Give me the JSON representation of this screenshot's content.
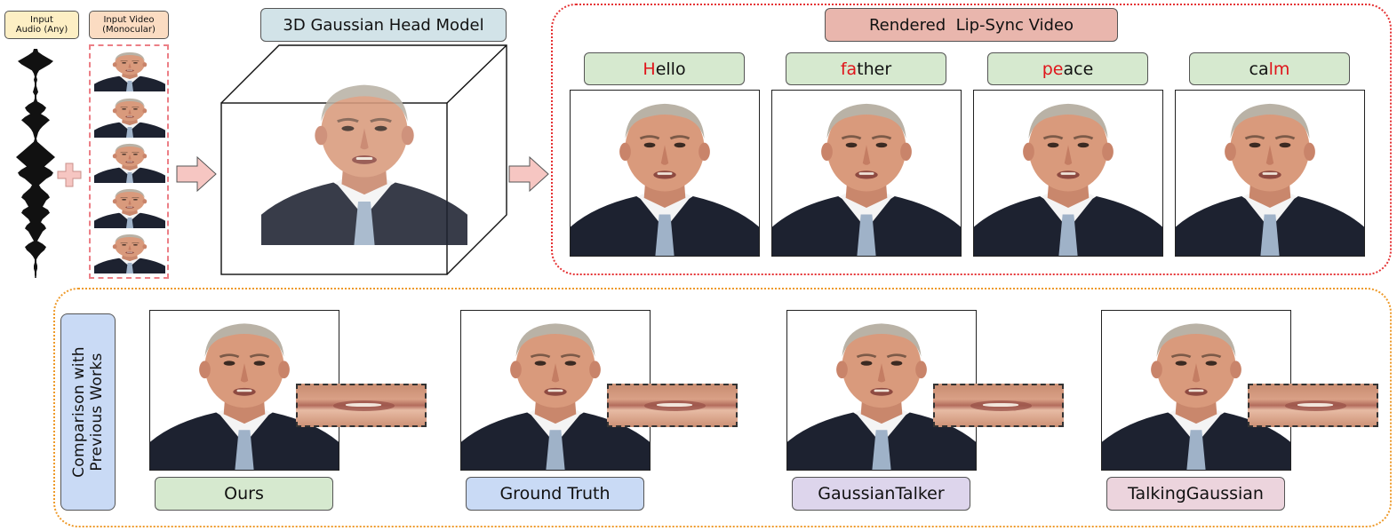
{
  "inputs": {
    "audio_label_line1": "Input",
    "audio_label_line2": "Audio (Any)",
    "video_label_line1": "Input Video",
    "video_label_line2": "(Monocular)"
  },
  "model": {
    "title": "3D Gaussian Head Model"
  },
  "rendered": {
    "title": "Rendered  Lip-Sync Video",
    "words": [
      {
        "highlight": "H",
        "rest": "ello",
        "prefix": ""
      },
      {
        "highlight": "fa",
        "rest": "ther",
        "prefix": ""
      },
      {
        "highlight": "pe",
        "rest": "ace",
        "prefix": ""
      },
      {
        "highlight": "lm",
        "rest": "",
        "prefix": "ca"
      }
    ]
  },
  "comparison": {
    "side_label_line1": "Comparison with",
    "side_label_line2": "Previous Works",
    "methods": [
      "Ours",
      "Ground Truth",
      "GaussianTalker",
      "TalkingGaussian"
    ]
  },
  "colors": {
    "highlight": "#e0141a",
    "rendered_border": "#e53234",
    "comparison_border": "#ee9a2a",
    "arrow_fill": "#f6c6c2"
  }
}
